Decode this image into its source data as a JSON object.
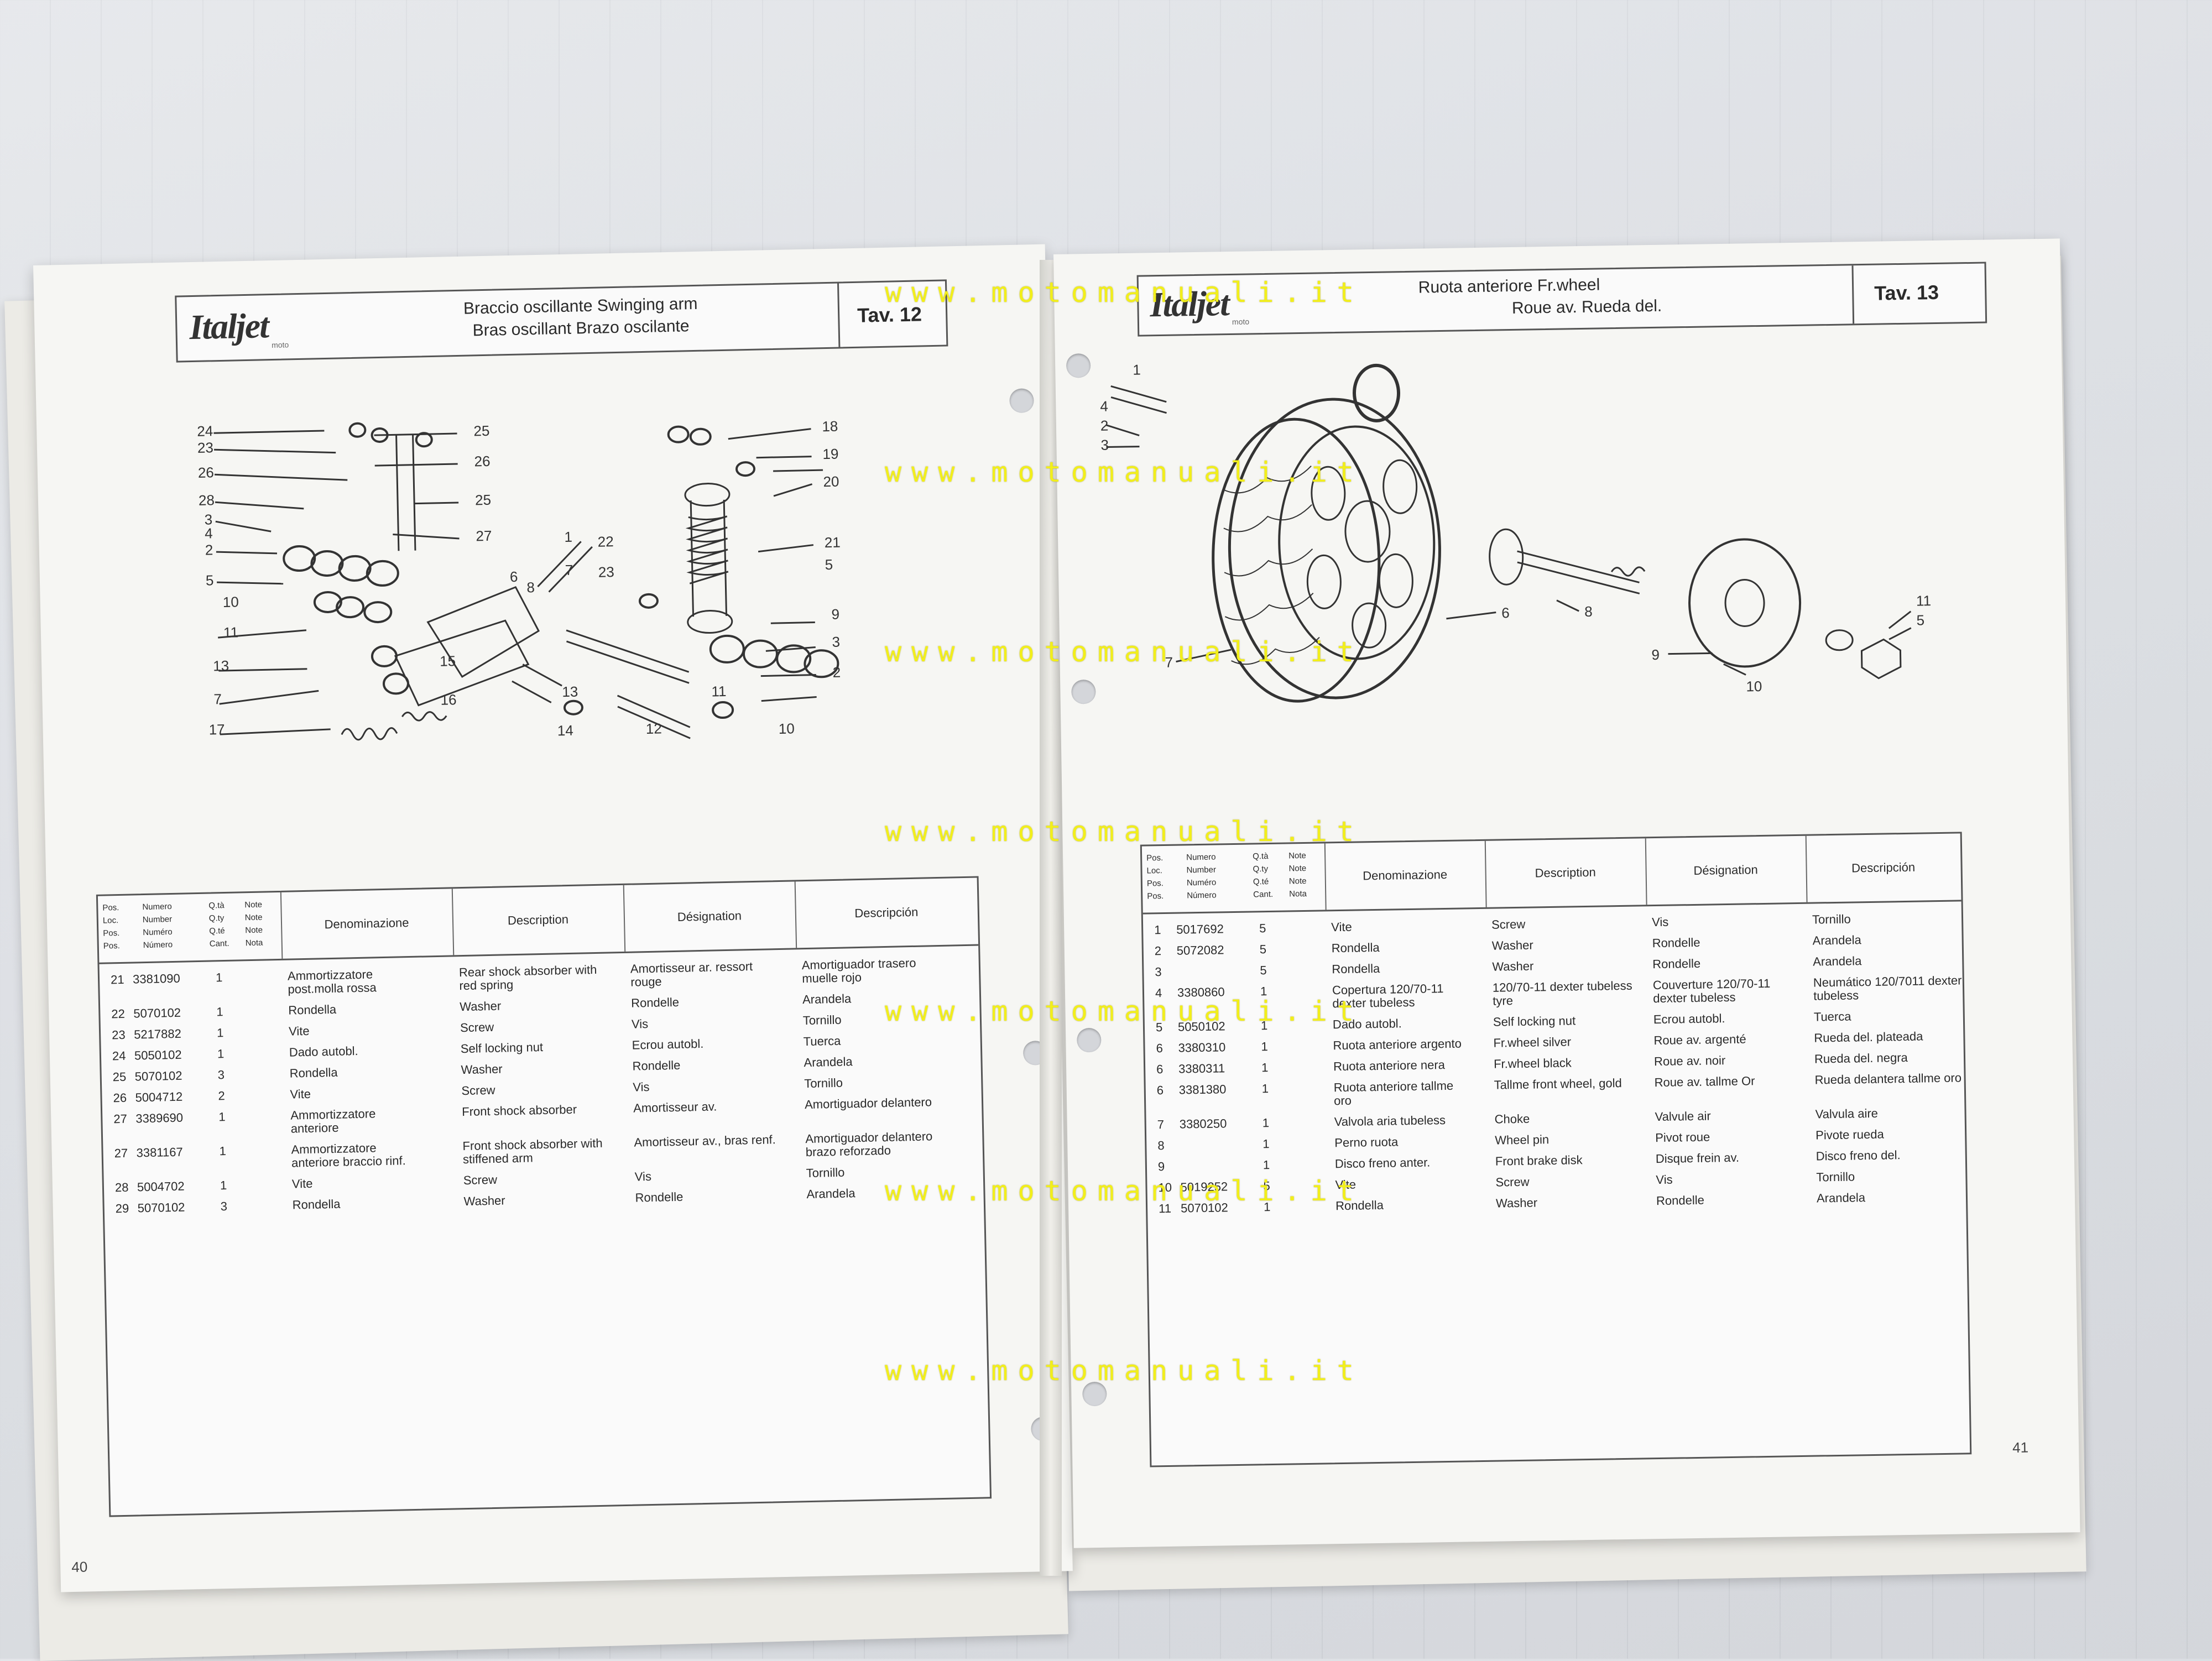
{
  "watermark": "www.motomanuali.it",
  "left_page": {
    "logo": "Italjet",
    "logo_sub": "moto",
    "title_line1": "Braccio oscillante Swinging arm",
    "title_line2": "Bras oscillant Brazo oscilante",
    "tav": "Tav. 12",
    "page_number": "40",
    "callouts": [
      "24",
      "23",
      "26",
      "28",
      "3",
      "4",
      "2",
      "5",
      "10",
      "11",
      "13",
      "7",
      "17",
      "25",
      "26",
      "25",
      "27",
      "1",
      "7",
      "6",
      "8",
      "22",
      "23",
      "15",
      "16",
      "14",
      "13",
      "12",
      "10",
      "11",
      "2",
      "3",
      "9",
      "5",
      "21",
      "20",
      "19",
      "18"
    ],
    "table": {
      "header_small": [
        "Pos.",
        "Numero",
        "Q.tà",
        "Note",
        "Loc.",
        "Number",
        "Q.ty",
        "Note",
        "Pos.",
        "Numéro",
        "Q.té",
        "Note",
        "Pos.",
        "Número",
        "Cant.",
        "Nota"
      ],
      "columns": [
        "Denominazione",
        "Description",
        "Désignation",
        "Descripción"
      ],
      "rows": [
        [
          "21",
          "3381090",
          "1",
          "Ammortizzatore\npost.molla rossa",
          "Rear shock absorber with\nred spring",
          "Amortisseur ar. ressort\nrouge",
          "Amortiguador trasero\nmuelle rojo"
        ],
        [
          "22",
          "5070102",
          "1",
          "Rondella",
          "Washer",
          "Rondelle",
          "Arandela"
        ],
        [
          "23",
          "5217882",
          "1",
          "Vite",
          "Screw",
          "Vis",
          "Tornillo"
        ],
        [
          "24",
          "5050102",
          "1",
          "Dado autobl.",
          "Self locking nut",
          "Ecrou autobl.",
          "Tuerca"
        ],
        [
          "25",
          "5070102",
          "3",
          "Rondella",
          "Washer",
          "Rondelle",
          "Arandela"
        ],
        [
          "26",
          "5004712",
          "2",
          "Vite",
          "Screw",
          "Vis",
          "Tornillo"
        ],
        [
          "27",
          "3389690",
          "1",
          "Ammortizzatore\nanteriore",
          "Front shock absorber",
          "Amortisseur av.",
          "Amortiguador delantero"
        ],
        [
          "27",
          "3381167",
          "1",
          "Ammortizzatore\nanteriore braccio rinf.",
          "Front shock absorber with\nstiffened arm",
          "Amortisseur av., bras renf.",
          "Amortiguador delantero\nbrazo reforzado"
        ],
        [
          "28",
          "5004702",
          "1",
          "Vite",
          "Screw",
          "Vis",
          "Tornillo"
        ],
        [
          "29",
          "5070102",
          "3",
          "Rondella",
          "Washer",
          "Rondelle",
          "Arandela"
        ]
      ]
    }
  },
  "right_page": {
    "logo": "Italjet",
    "logo_sub": "moto",
    "title_line1": "Ruota anteriore Fr.wheel",
    "title_line2": "Roue av. Rueda del.",
    "tav": "Tav. 13",
    "page_number": "41",
    "callouts": [
      "4",
      "2",
      "3",
      "7",
      "6",
      "8",
      "9",
      "10",
      "11",
      "5",
      "1"
    ],
    "table": {
      "header_small": [
        "Pos.",
        "Numero",
        "Q.tà",
        "Note",
        "Loc.",
        "Number",
        "Q.ty",
        "Note",
        "Pos.",
        "Numéro",
        "Q.té",
        "Note",
        "Pos.",
        "Número",
        "Cant.",
        "Nota"
      ],
      "columns": [
        "Denominazione",
        "Description",
        "Désignation",
        "Descripción"
      ],
      "rows": [
        [
          "1",
          "5017692",
          "5",
          "Vite",
          "Screw",
          "Vis",
          "Tornillo"
        ],
        [
          "2",
          "5072082",
          "5",
          "Rondella",
          "Washer",
          "Rondelle",
          "Arandela"
        ],
        [
          "3",
          "",
          "5",
          "Rondella",
          "Washer",
          "Rondelle",
          "Arandela"
        ],
        [
          "4",
          "3380860",
          "1",
          "Copertura 120/70-11\ndexter tubeless",
          "120/70-11 dexter tubeless\ntyre",
          "Couverture 120/70-11\ndexter tubeless",
          "Neumático 120/7011 dexter\ntubeless"
        ],
        [
          "5",
          "5050102",
          "1",
          "Dado autobl.",
          "Self locking nut",
          "Ecrou autobl.",
          "Tuerca"
        ],
        [
          "6",
          "3380310",
          "1",
          "Ruota anteriore argento",
          "Fr.wheel silver",
          "Roue av. argenté",
          "Rueda del. plateada"
        ],
        [
          "6",
          "3380311",
          "1",
          "Ruota anteriore nera",
          "Fr.wheel black",
          "Roue av. noir",
          "Rueda del. negra"
        ],
        [
          "6",
          "3381380",
          "1",
          "Ruota anteriore tallme\noro",
          "Tallme front wheel, gold",
          "Roue av. tallme Or",
          "Rueda delantera tallme oro"
        ],
        [
          "7",
          "3380250",
          "1",
          "Valvola aria tubeless",
          "Choke",
          "Valvule air",
          "Valvula aire"
        ],
        [
          "8",
          "",
          "1",
          "Perno ruota",
          "Wheel pin",
          "Pivot roue",
          "Pivote rueda"
        ],
        [
          "9",
          "",
          "1",
          "Disco freno anter.",
          "Front brake disk",
          "Disque frein av.",
          "Disco freno del."
        ],
        [
          "10",
          "5019252",
          "5",
          "Vite",
          "Screw",
          "Vis",
          "Tornillo"
        ],
        [
          "11",
          "5070102",
          "1",
          "Rondella",
          "Washer",
          "Rondelle",
          "Arandela"
        ]
      ]
    }
  }
}
